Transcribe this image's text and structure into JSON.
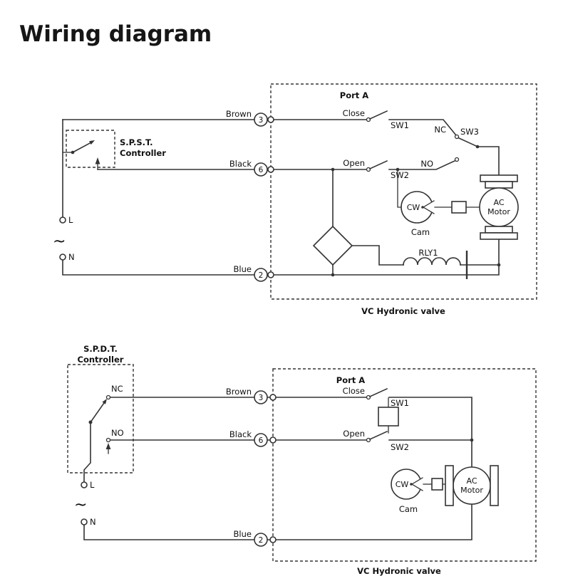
{
  "title": "Wiring diagram",
  "spst": {
    "controller": {
      "name": "S.P.S.T.",
      "role": "Controller"
    },
    "supply": {
      "live": "L",
      "neutral": "N",
      "ac": "~"
    },
    "wires": {
      "brown": {
        "label": "Brown",
        "pin": "3"
      },
      "black": {
        "label": "Black",
        "pin": "6"
      },
      "blue": {
        "label": "Blue",
        "pin": "2"
      }
    },
    "valve": {
      "port": "Port A",
      "name": "VC Hydronic valve",
      "close": "Close",
      "open": "Open",
      "sw1": "SW1",
      "sw2": "SW2",
      "sw3": "SW3",
      "nc": "NC",
      "no": "NO",
      "cw": "CW",
      "cam": "Cam",
      "relay": "RLY1",
      "motor_line1": "AC",
      "motor_line2": "Motor"
    }
  },
  "spdt": {
    "controller": {
      "name": "S.P.D.T.",
      "role": "Controller",
      "nc": "NC",
      "no": "NO"
    },
    "supply": {
      "live": "L",
      "neutral": "N",
      "ac": "~"
    },
    "wires": {
      "brown": {
        "label": "Brown",
        "pin": "3"
      },
      "black": {
        "label": "Black",
        "pin": "6"
      },
      "blue": {
        "label": "Blue",
        "pin": "2"
      }
    },
    "valve": {
      "port": "Port A",
      "name": "VC Hydronic valve",
      "close": "Close",
      "open": "Open",
      "sw1": "SW1",
      "sw2": "SW2",
      "cw": "CW",
      "cam": "Cam",
      "motor_line1": "AC",
      "motor_line2": "Motor"
    }
  }
}
